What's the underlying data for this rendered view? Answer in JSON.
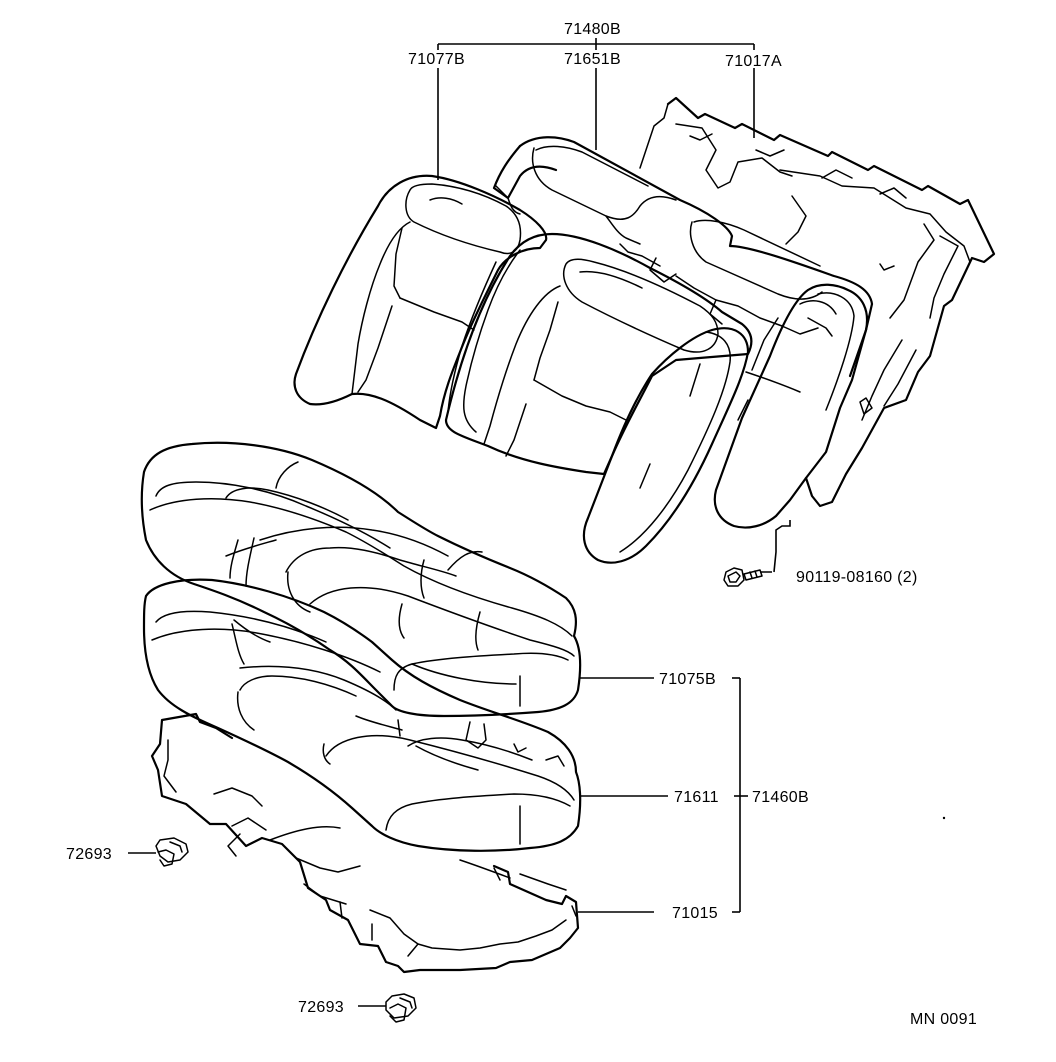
{
  "labels": {
    "backrest_assembly": "71480B",
    "backrest_cover_left": "71077B",
    "backrest_pad": "71651B",
    "backrest_frame": "71017A",
    "bolt": "90119-08160 (2)",
    "cushion_cover": "71075B",
    "cushion_pad": "71611",
    "cushion_assembly": "71460B",
    "cushion_frame": "71015",
    "clip_upper": "72693",
    "clip_lower": "72693",
    "diagram_code": "MN 0091"
  },
  "parts": [
    "backrest-frame",
    "backrest-pad",
    "backrest-cover",
    "cushion-cover",
    "cushion-pad",
    "cushion-frame",
    "bolt",
    "clip"
  ]
}
